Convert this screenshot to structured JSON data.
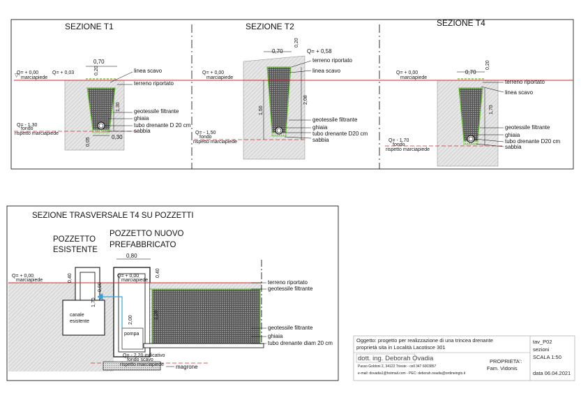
{
  "sections": {
    "t1": {
      "title": "SEZIONE T1",
      "dim_width": "0,70",
      "dim_top": "0,20",
      "level_zero": "Q= + 0,00",
      "level_zero_sub": "marciapiede",
      "level_plus": "Q= + 0,03",
      "level_fondo": "Q= - 1,30",
      "fondo_label": "fondo",
      "rispetto_label": "rispetto marciapiede",
      "dim_depth": "1,30",
      "dim_bottom": "0,05",
      "dim_base": "0,30",
      "labels": [
        "linea scavo",
        "terreno riportato",
        "geotessile filtrante",
        "ghiaia",
        "tubo drenante D 20 cm",
        "sabbia"
      ]
    },
    "t2": {
      "title": "SEZIONE T2",
      "dim_width": "0,70",
      "dim_top": "0,20",
      "level_plus": "Q= + 0,58",
      "level_zero": "Q= + 0,00",
      "level_zero_sub": "marciapiede",
      "level_fondo": "Q= - 1,50",
      "fondo_label": "fondo",
      "rispetto_label": "rispetto marciapiede",
      "dim_depth": "1,50",
      "dim_total": "2,08",
      "labels": [
        "terreno riportato",
        "linea scavo",
        "geotessile filtrante",
        "ghiaia",
        "tubo drenante D20 cm",
        "sabbia"
      ]
    },
    "t4": {
      "title": "SEZIONE T4",
      "dim_width": "0,70",
      "dim_top": "0,20",
      "level_zero": "Q= + 0,00",
      "level_zero_sub": "marciapiede",
      "level_fondo": "Q= - 1,70",
      "fondo_label": "fondo",
      "rispetto_label": "rispetto marciapiede",
      "dim_depth": "1,70",
      "labels": [
        "terreno riportato",
        "linea scavo",
        "geotessile filtrante",
        "ghiaia",
        "tubo drenante D20 cm",
        "sabbia"
      ]
    },
    "trasversale": {
      "title": "SEZIONE TRASVERSALE T4 SU POZZETTI",
      "pozzetto_esistente_1": "POZZETTO",
      "pozzetto_esistente_2": "ESISTENTE",
      "pozzetto_nuovo_1": "POZZETTO NUOVO",
      "pozzetto_nuovo_2": "PREFABBRICATO",
      "dim_width": "0,80",
      "level_zero_left": "Q= + 0,00",
      "level_zero_left_sub": "marciapiede",
      "level_zero_mid": "Q= + 0,00",
      "level_zero_mid_sub": "marciapiede",
      "dim_040_a": "0,40",
      "dim_040_b": "0,40",
      "dim_090": "0,90",
      "dim_170": "1,70",
      "dim_200": "2,00",
      "dim_120": "1,20",
      "canale_1": "canale",
      "canale_2": "esistente",
      "pompa": "pompa",
      "level_fondo": "Q= - 2,20 indicativo",
      "fondo_scavo": "fondo scavo",
      "rispetto_label": "rispetto marciapiede",
      "magrone": "magrone",
      "labels": [
        "terreno riportato",
        "geotessile filtrante",
        "geotessile filtrante",
        "ghiaia",
        "tubo drenante diam 20 cm"
      ]
    }
  },
  "title_block": {
    "oggetto_1": "Oggetto: progetto per realizzazione di una trincea drenante",
    "oggetto_2": "proprietà sita in Località Lacotisce 301",
    "engineer": "dott. ing. Deborah Ovadia",
    "address": "Passo Goldoni 2, 34122 Trieste - cell 347 6003857",
    "email": "e-mail: dovadia1@hotmail.com - PEC: deborah.ovadia@ordineingts.it",
    "proprieta_label": "PROPRIETA':",
    "proprieta_value": "Fam. Vidonis",
    "tav": "tav_P02",
    "content": "sezioni",
    "scala": "SCALA 1:50",
    "data": "data 06.04.2021"
  },
  "colors": {
    "red_line": "#d22a2a",
    "green_line": "#6fcb3a",
    "blue_line": "#39a3d8",
    "hatch_grey": "#cfcfcf",
    "gravel": "#4a4a4a"
  }
}
